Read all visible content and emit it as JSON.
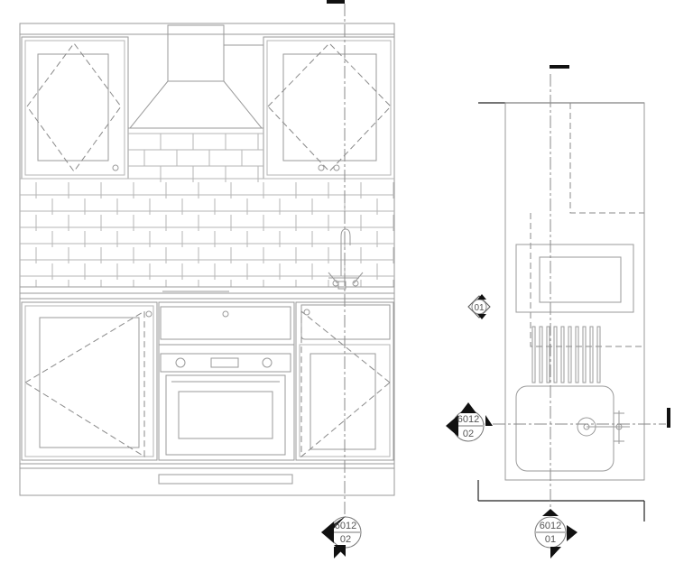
{
  "drawing": {
    "callouts": [
      {
        "id": "callout-elevation-02",
        "sheet": "6012",
        "number": "02"
      },
      {
        "id": "callout-plan-02",
        "sheet": "6012",
        "number": "02"
      },
      {
        "id": "callout-plan-01",
        "sheet": "6012",
        "number": "01"
      }
    ],
    "detail_marker": {
      "number": "01"
    }
  },
  "colors": {
    "line": "#9a9a9a",
    "dark": "#222222",
    "dash": "#8a8a8a"
  }
}
